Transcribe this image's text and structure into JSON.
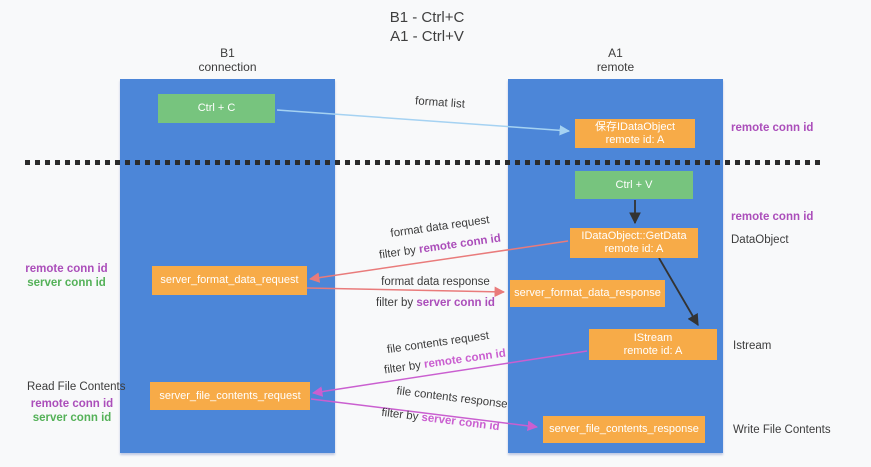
{
  "title": {
    "line1": "B1 - Ctrl+C",
    "line2": "A1 - Ctrl+V"
  },
  "columns": {
    "left": {
      "name": "B1",
      "subtitle": "connection"
    },
    "right": {
      "name": "A1",
      "subtitle": "remote"
    }
  },
  "nodes": {
    "ctrl_c": "Ctrl + C",
    "ctrl_v": "Ctrl + V",
    "save_dataobject": {
      "line1": "保存IDataObject",
      "line2": "remote id: A"
    },
    "getdata": {
      "line1": "IDataObject::GetData",
      "line2": "remote id: A"
    },
    "istream": {
      "line1": "IStream",
      "line2": "remote id: A"
    },
    "server_format_data_request": "server_format_data_request",
    "server_format_data_response": "server_format_data_response",
    "server_file_contents_request": "server_file_contents_request",
    "server_file_contents_response": "server_file_contents_response"
  },
  "annotations": {
    "right_top_remote_conn": "remote conn id",
    "right_mid_remote_conn": "remote conn id",
    "right_dataobject": "DataObject",
    "right_istream": "Istream",
    "right_write_file": "Write File Contents",
    "left_format_remote_conn": "remote conn id",
    "left_format_server_conn": "server conn id",
    "left_read_file": "Read File Contents",
    "left_file_remote_conn": "remote conn id",
    "left_file_server_conn": "server conn id"
  },
  "flows": {
    "format_list": "format list",
    "format_request": "format data request",
    "format_request_filter_prefix": "filter by ",
    "format_request_filter_key": "remote conn id",
    "format_response": "format data response",
    "format_response_filter_prefix": "filter by ",
    "format_response_filter_key": "server conn id",
    "file_request": "file contents request",
    "file_request_filter_prefix": "filter by ",
    "file_request_filter_key": "remote conn id",
    "file_response": "file contents response",
    "file_response_filter_prefix": "filter by ",
    "file_response_filter_key": "server conn id"
  },
  "colors": {
    "column_blue": "#4c86d8",
    "box_green": "#77c47e",
    "box_orange": "#f7ab48",
    "arrow_red": "#e97b7b",
    "arrow_magenta": "#ca5fd0",
    "arrow_blue": "#a5d2f2",
    "text_purple": "#ab4eba",
    "text_green": "#54b158"
  }
}
